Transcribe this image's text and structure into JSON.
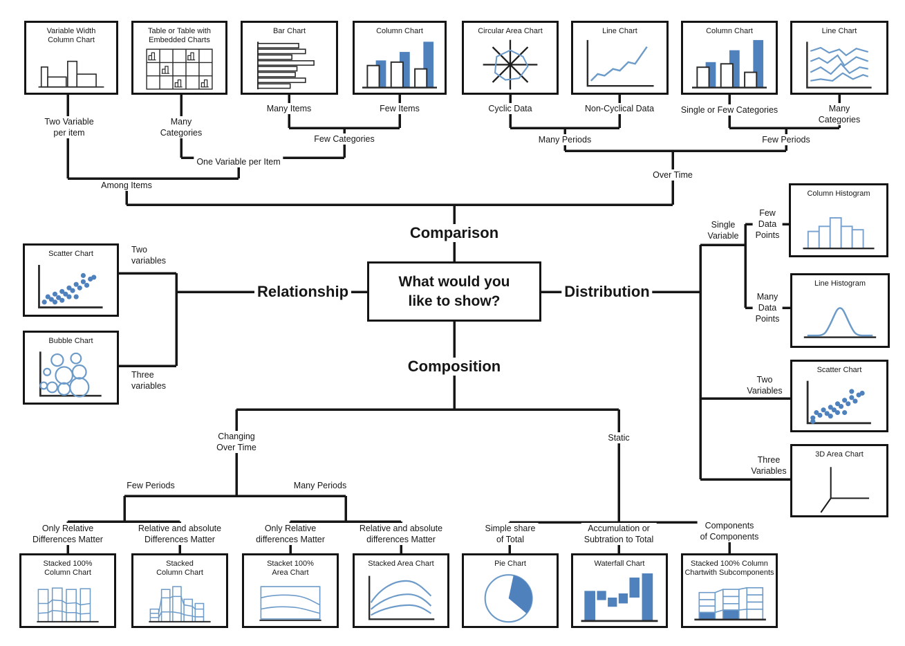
{
  "center": {
    "question": "What would you\nlike to show?"
  },
  "branches": {
    "comparison": "Comparison",
    "relationship": "Relationship",
    "distribution": "Distribution",
    "composition": "Composition"
  },
  "colors": {
    "accent_blue": "#4f81bd",
    "accent_blue_light": "#6d9bc9",
    "line_black": "#161616"
  },
  "boxes": {
    "variable_width": {
      "title": "Variable Width\nColumn Chart"
    },
    "table_embedded": {
      "title": "Table or Table with\nEmbedded Charts"
    },
    "bar_chart": {
      "title": "Bar Chart"
    },
    "column_few": {
      "title": "Column Chart"
    },
    "circular_area": {
      "title": "Circular Area Chart"
    },
    "line_noncyclic": {
      "title": "Line Chart"
    },
    "column_single_few": {
      "title": "Column Chart"
    },
    "line_many": {
      "title": "Line Chart"
    },
    "scatter_rel": {
      "title": "Scatter Chart"
    },
    "bubble_rel": {
      "title": "Bubble Chart"
    },
    "column_histogram": {
      "title": "Column Histogram"
    },
    "line_histogram": {
      "title": "Line Histogram"
    },
    "scatter_dist": {
      "title": "Scatter Chart"
    },
    "area_3d": {
      "title": "3D Area Chart"
    },
    "stacked100_column": {
      "title": "Stacked 100%\nColumn Chart"
    },
    "stacked_column": {
      "title": "Stacked\nColumn Chart"
    },
    "stacket100_area": {
      "title": "Stacket 100%\nArea Chart"
    },
    "stacked_area": {
      "title": "Stacked Area Chart"
    },
    "pie": {
      "title": "Pie Chart"
    },
    "waterfall": {
      "title": "Waterfall Chart"
    },
    "stacked100_subcomponents": {
      "title": "Stacked 100% Column\nChartwith Subcomponents"
    }
  },
  "labels": {
    "two_variable_per_item": "Two Variable\nper item",
    "many_categories_left": "Many\nCategories",
    "many_items": "Many Items",
    "few_items": "Few Items",
    "few_categories": "Few Categories",
    "one_variable_per_item": "One Variable per Item",
    "among_items": "Among Items",
    "cyclic_data": "Cyclic Data",
    "non_cyclical_data": "Non-Cyclical Data",
    "single_or_few_categories": "Single or Few Categories",
    "many_categories_right": "Many Categories",
    "many_periods_top": "Many Periods",
    "few_periods_top": "Few Periods",
    "over_time": "Over Time",
    "two_variables_rel": "Two\nvariables",
    "three_variables_rel": "Three\nvariables",
    "single_variable": "Single\nVariable",
    "few_data_points": "Few\nData\nPoints",
    "many_data_points": "Many\nData\nPoints",
    "two_variables_dist": "Two\nVariables",
    "three_variables_dist": "Three\nVariables",
    "changing_over_time": "Changing\nOver Time",
    "static": "Static",
    "few_periods_bottom": "Few Periods",
    "many_periods_bottom": "Many Periods",
    "only_relative_left": "Only Relative\nDifferences Matter",
    "relative_absolute_left": "Relative and absolute\nDifferences Matter",
    "only_relative_right": "Only Relative\ndifferences Matter",
    "relative_absolute_right": "Relative and absolute\ndifferences Matter",
    "simple_share": "Simple share\nof Total",
    "accumulation": "Accumulation or\nSubtration to Total",
    "components": "Components\nof Components"
  }
}
